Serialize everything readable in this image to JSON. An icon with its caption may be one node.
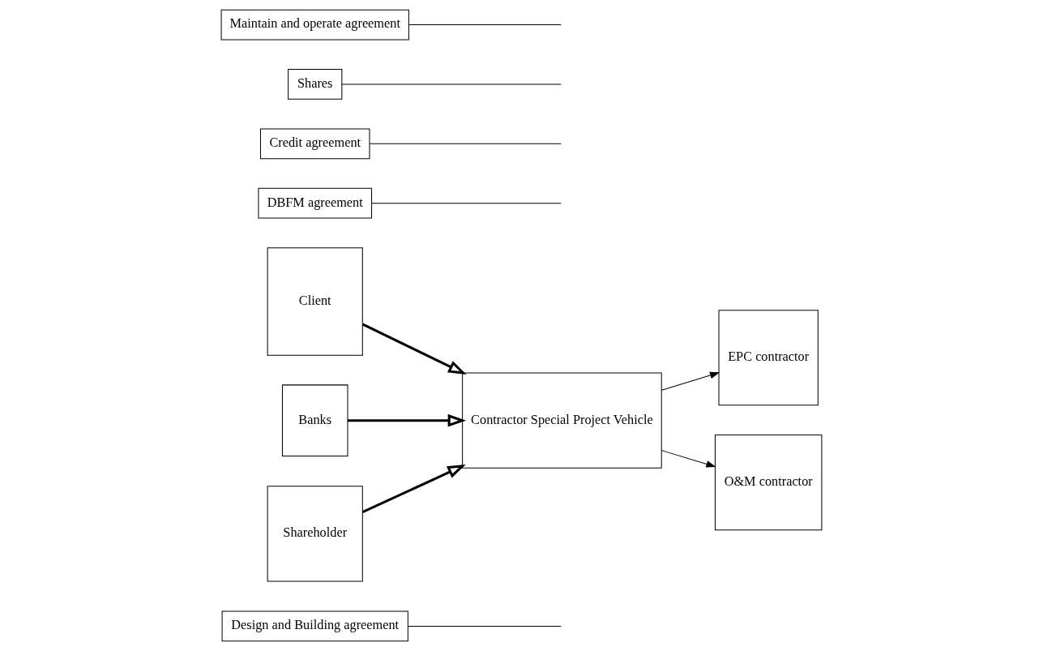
{
  "diagram": {
    "nodes": [
      {
        "text": [
          "Design and Building agreement"
        ]
      },
      {
        "text": [
          "Client"
        ]
      },
      {
        "text": [
          "DBFM agreement"
        ]
      },
      {
        "text": [
          "EPC contractor"
        ]
      },
      {
        "text": [
          "Contractor Special Project Vehicle"
        ]
      },
      {
        "text": [
          "Banks"
        ]
      },
      {
        "text": [
          "Credit agreement"
        ]
      },
      {
        "text": [
          "O&M contractor"
        ]
      },
      {
        "text": [
          "Shareholder"
        ]
      },
      {
        "text": [
          "Shares"
        ]
      },
      {
        "text": [
          "Maintain and operate agreement"
        ]
      }
    ],
    "edges": [
      {
        "from": 1,
        "to": 4,
        "arrow": "to",
        "style": "thick"
      },
      {
        "from": 5,
        "to": 4,
        "arrow": "to",
        "style": "thick"
      },
      {
        "from": 8,
        "to": 4,
        "arrow": "to",
        "style": "thick"
      },
      {
        "from": 4,
        "to": 3,
        "arrow": "to"
      },
      {
        "from": 4,
        "to": 7,
        "arrow": "to"
      },
      {
        "from": 0,
        "to": null,
        "arrow": "none"
      },
      {
        "from": 2,
        "to": null,
        "arrow": "none"
      },
      {
        "from": 6,
        "to": null,
        "arrow": "none"
      },
      {
        "from": 10,
        "to": null,
        "arrow": "none"
      },
      {
        "from": 9,
        "to": null,
        "arrow": "none"
      }
    ]
  }
}
